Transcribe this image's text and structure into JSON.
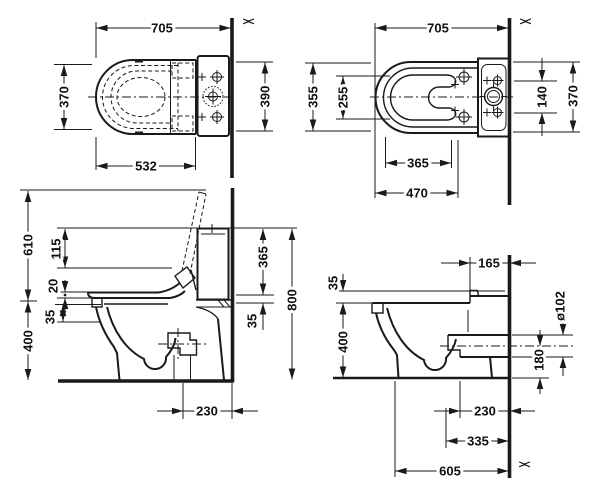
{
  "drawing": {
    "type": "technical-dimension-drawing",
    "subject": "floorstanding close-coupled WC with seat",
    "units": "mm",
    "break_mark": "><",
    "views": {
      "plan_with_seat": {
        "dims": {
          "overall_depth": "705",
          "seat_width": "370",
          "cistern_width": "390",
          "seat_depth": "532"
        }
      },
      "plan_bowl": {
        "dims": {
          "overall_depth": "705",
          "bowl_width": "355",
          "inner_width": "255",
          "inner_depth": "365",
          "bowl_depth": "470",
          "hole_spacing": "140",
          "cistern_width": "370"
        }
      },
      "side_with_seat": {
        "dims": {
          "open_lid_height": "610",
          "backrest_height": "115",
          "seat_thickness": "20",
          "rim_offset": "35",
          "rim_height": "400",
          "cistern_height": "365",
          "ledge_offset": "35",
          "overall_height": "800",
          "outlet_to_wall": "230"
        }
      },
      "side_bowl": {
        "dims": {
          "ledge_depth": "165",
          "ledge_offset": "35",
          "rim_height": "400",
          "outlet_diameter": "ø102",
          "outlet_axis_height": "180",
          "outlet_to_wall": "230",
          "fixing_to_wall": "335",
          "overall_depth": "605"
        }
      }
    }
  }
}
